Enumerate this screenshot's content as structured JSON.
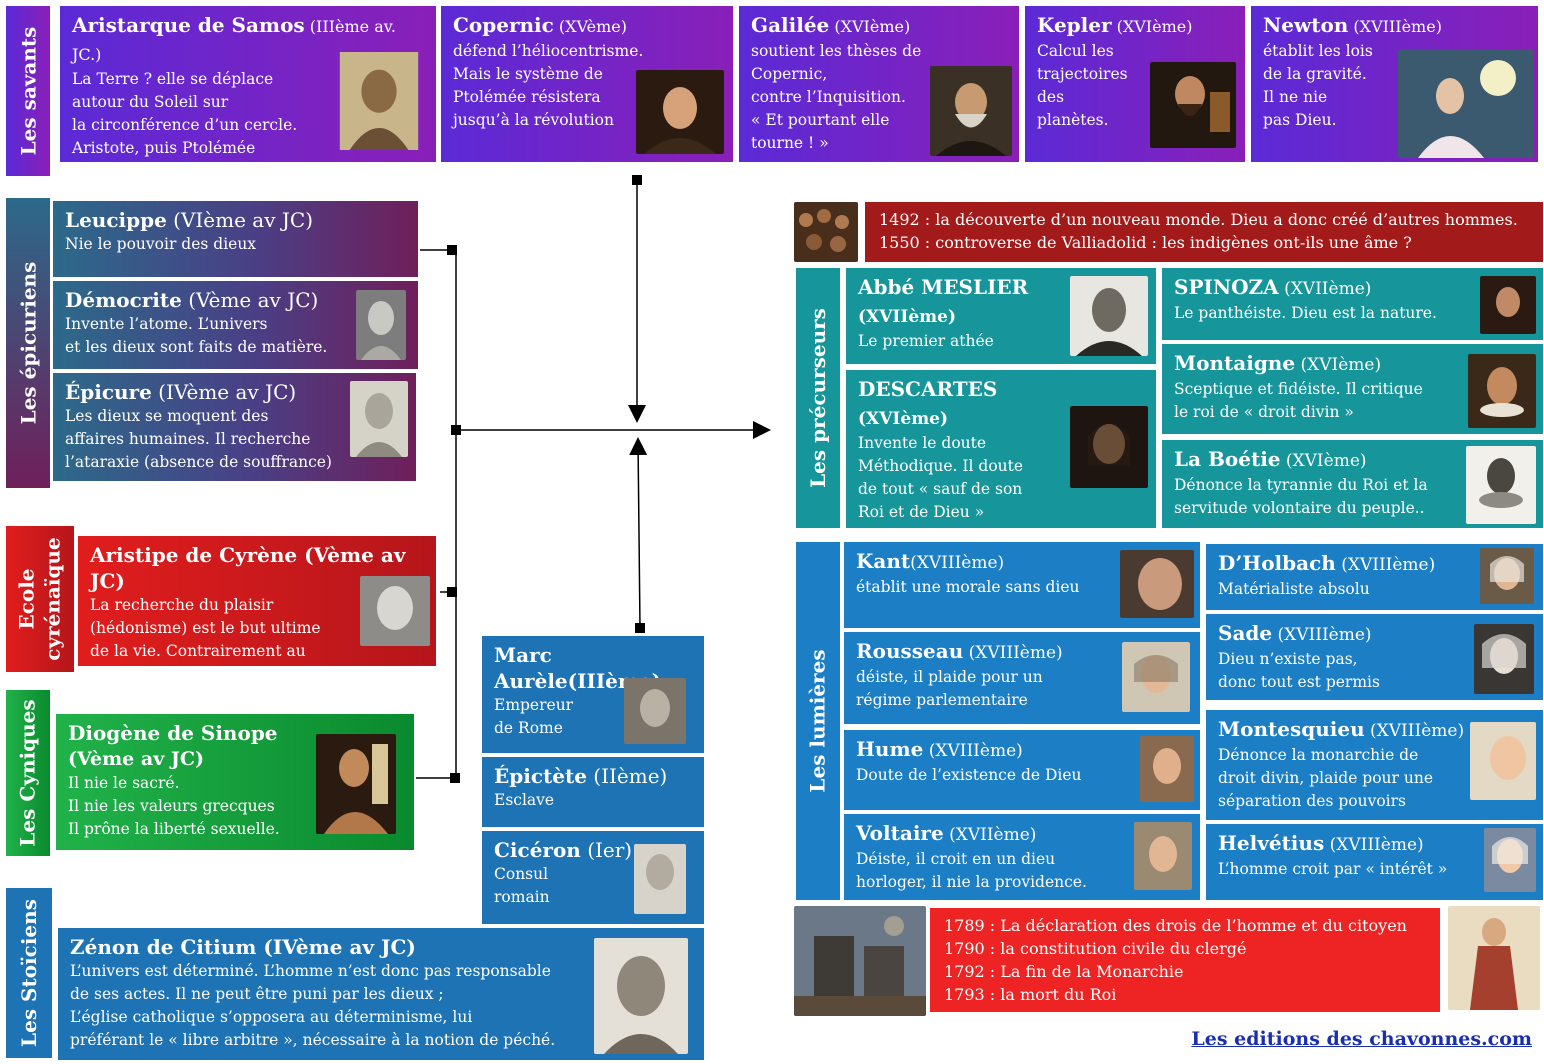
{
  "labels": {
    "savants": "Les savants",
    "epicuriens": "Les épicuriens",
    "cyrenaique": "Ecole\ncyrénaïque",
    "cyniques": "Les Cyniques",
    "stoiciens": "Les Stoïciens",
    "precurseurs": "Les précurseurs",
    "lumieres": "Les lumières"
  },
  "savants": [
    {
      "name": "Aristarque de Samos",
      "era": " (IIIème av. JC.)",
      "text": "La Terre ? elle se déplace\nautour du Soleil sur\nla circonférence d’un cercle.\nAristote, puis Ptolémée\nnieront cet « héliocentrisme »"
    },
    {
      "name": "Copernic",
      "era": " (XVème)",
      "text": "défend l’héliocentrisme.\nMais le système de\nPtolémée résistera\njusqu’à la révolution"
    },
    {
      "name": "Galilée",
      "era": " (XVIème)",
      "text": "soutient les thèses de\nCopernic,\n contre l’Inquisition.\n« Et pourtant elle\ntourne ! »"
    },
    {
      "name": "Kepler",
      "era": " (XVIème)",
      "text": "Calcul les\ntrajectoires\ndes\nplanètes."
    },
    {
      "name": "Newton",
      "era": " (XVIIIème)",
      "text": "établit les lois\nde la gravité.\nIl ne nie\npas Dieu."
    }
  ],
  "epicuriens": [
    {
      "name": "Leucippe",
      "era": " (VIème av JC)",
      "text": "Nie le pouvoir des dieux"
    },
    {
      "name": "Démocrite",
      "era": " (Vème av JC)",
      "text": "Invente l’atome. L’univers\net les dieux sont  faits de matière."
    },
    {
      "name": "Épicure",
      "era": " (IVème av JC)",
      "text": "Les dieux se moquent des\naffaires humaines. Il recherche\nl’ataraxie (absence de souffrance)"
    }
  ],
  "aristippe": {
    "name": "Aristipe de Cyrène",
    "era": " (Vème av JC)",
    "text": "La recherche du plaisir\n(hédonisme) est le but ultime\nde la vie. Contrairement au\n Christ, il faut fuir la souffrance."
  },
  "diogene": {
    "name": "Diogène de Sinope",
    "era": "(Vème av JC)",
    "text": "Il nie le sacré.\nIl nie les valeurs grecques\nIl prône la liberté sexuelle."
  },
  "stoiciens_middle": [
    {
      "name": "Marc Aurèle",
      "era": "(IIIème)",
      "text": "Empereur\nde Rome"
    },
    {
      "name": "Épictète",
      "era": " (IIème)",
      "text": "Esclave"
    },
    {
      "name": "Cicéron",
      "era": " (Ier)",
      "text": "Consul\nromain"
    }
  ],
  "zenon": {
    "name": "Zénon de Citium",
    "era": "  (IVème av JC)",
    "text": "L’univers est déterminé. L’homme n’est donc pas responsable\nde ses actes. Il  ne peut être puni par les dieux ;\nL’église catholique s’opposera au déterminisme, lui\npréférant le « libre arbitre », nécessaire à la notion de péché."
  },
  "event_top": {
    "text": "1492 : la découverte d’un nouveau monde. Dieu a donc créé d’autres hommes.\n1550 : controverse de Valliadolid : les indigènes ont-ils une âme ?"
  },
  "precurseurs": [
    {
      "name": "Abbé MESLIER",
      "era": "\n(XVIIème)",
      "text": "Le premier athée"
    },
    {
      "name": "SPINOZA",
      "era": " (XVIIème)",
      "text": "Le panthéiste. Dieu est la nature."
    },
    {
      "name": "Montaigne",
      "era": " (XVIème)",
      "text": "Sceptique et fidéiste. Il critique\nle roi de « droit divin »"
    },
    {
      "name": "DESCARTES",
      "era": "\n(XVIème)",
      "text": "Invente le doute\nMéthodique. Il doute\nde tout « sauf de son\nRoi et de Dieu »"
    },
    {
      "name": "La Boétie",
      "era": " (XVIème)",
      "text": "Dénonce la tyrannie du Roi et la\nservitude volontaire du peuple.."
    }
  ],
  "lumieres": [
    {
      "name": "Kant",
      "era": "(XVIIIème)",
      "text": "établit une morale sans dieu"
    },
    {
      "name": "D’Holbach",
      "era": " (XVIIIème)",
      "text": "Matérialiste absolu"
    },
    {
      "name": "Rousseau",
      "era": " (XVIIIème)",
      "text": "déiste, il plaide pour un\nrégime parlementaire"
    },
    {
      "name": "Sade",
      "era": " (XVIIIème)",
      "text": "Dieu n’existe pas,\ndonc tout est permis"
    },
    {
      "name": "Hume",
      "era": " (XVIIIème)",
      "text": "Doute de l’existence de Dieu"
    },
    {
      "name": "Montesquieu",
      "era": " (XVIIIème)",
      "text": "Dénonce la monarchie de\ndroit divin, plaide pour une\nséparation des pouvoirs"
    },
    {
      "name": "Voltaire",
      "era": " (XVIIème)",
      "text": "Déiste, il croit en un dieu\nhorloger, il  nie la providence."
    },
    {
      "name": "Helvétius",
      "era": " (XVIIIème)",
      "text": "L’homme croit  par « intérêt »"
    }
  ],
  "event_bottom": {
    "text": "1789 : La déclaration des drois de l’homme et du citoyen\n1790 : la constitution civile du clergé\n1792 :  La fin de la Monarchie\n1793 : la mort du Roi"
  },
  "footer": {
    "link": "Les editions des chavonnes.com"
  },
  "colors": {
    "purple": "#6a27cc",
    "epicurean": "#4a3f86",
    "red": "#e11d1d",
    "green": "#21b24a",
    "blue": "#1e73b5",
    "teal": "#16969b",
    "lumieres": "#1c7ec4",
    "dark_red": "#a31a1a"
  }
}
